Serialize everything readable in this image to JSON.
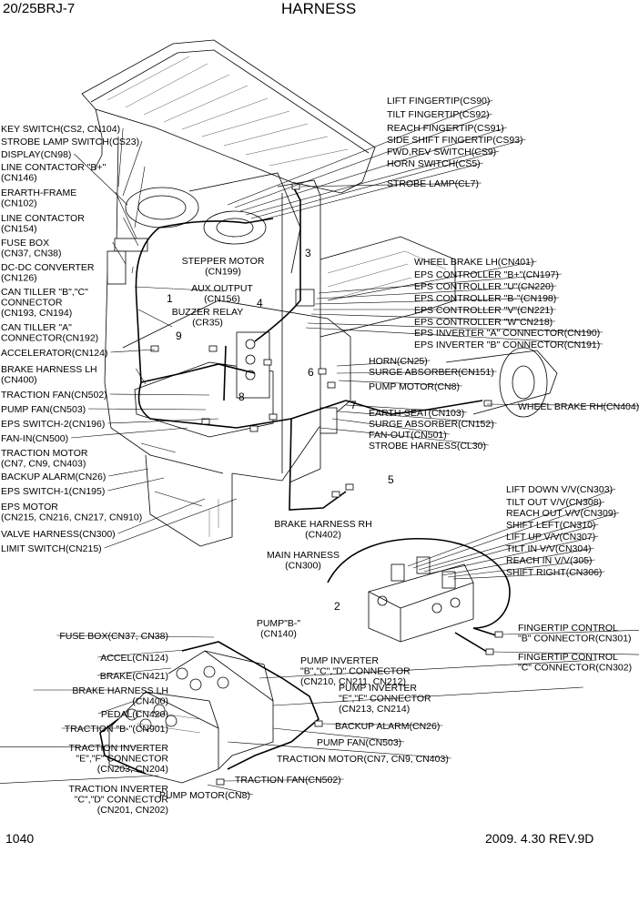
{
  "header": {
    "model": "20/25BRJ-7",
    "title": "HARNESS"
  },
  "footer": {
    "page": "1040",
    "revision": "2009. 4.30  REV.9D"
  },
  "callout_numbers": [
    "1",
    "2",
    "3",
    "4",
    "5",
    "6",
    "7",
    "8",
    "9"
  ],
  "labels": {
    "left": [
      [
        "KEY SWITCH(CS2, CN104)"
      ],
      [
        "STROBE LAMP SWITCH(CS23)"
      ],
      [
        "DISPLAY(CN98)"
      ],
      [
        "LINE CONTACTOR \"B+\"",
        "(CN146)"
      ],
      [
        "ERARTH-FRAME",
        "(CN102)"
      ],
      [
        "LINE CONTACTOR",
        "(CN154)"
      ],
      [
        "FUSE BOX",
        "(CN37, CN38)"
      ],
      [
        "DC-DC CONVERTER",
        "(CN126)"
      ],
      [
        "CAN TILLER \"B\",\"C\"",
        "CONNECTOR",
        "(CN193, CN194)"
      ],
      [
        "CAN TILLER \"A\"",
        "CONNECTOR(CN192)"
      ],
      [
        "ACCELERATOR(CN124)"
      ],
      [
        "BRAKE HARNESS LH",
        "(CN400)"
      ],
      [
        "TRACTION FAN(CN502)"
      ],
      [
        "PUMP FAN(CN503)"
      ],
      [
        "EPS SWITCH-2(CN196)"
      ],
      [
        "FAN-IN(CN500)"
      ],
      [
        "TRACTION MOTOR",
        "(CN7, CN9, CN403)"
      ],
      [
        "BACKUP ALARM(CN26)"
      ],
      [
        "EPS SWITCH-1(CN195)"
      ],
      [
        "EPS MOTOR",
        "(CN215, CN216, CN217, CN910)"
      ],
      [
        "VALVE HARNESS(CN300)"
      ],
      [
        "LIMIT SWITCH(CN215)"
      ]
    ],
    "right_top": [
      [
        "LIFT FINGERTIP(CS90)"
      ],
      [
        "TILT FINGERTIP(CS92)"
      ],
      [
        "REACH FINGERTIP(CS91)"
      ],
      [
        "SIDE SHIFT FINGERTIP(CS93)"
      ],
      [
        "FWD,REV SWITCH(CS9)"
      ],
      [
        "HORN SWITCH(CS5)"
      ],
      [
        "STROBE LAMP(CL7)"
      ]
    ],
    "right_mid": [
      [
        "WHEEL BRAKE LH(CN401)"
      ],
      [
        "EPS CONTROLLER \"B+\"(CN197)"
      ],
      [
        "EPS CONTROLLER \"U\"(CN220)"
      ],
      [
        "EPS CONTROLLER \"B-\"(CN198)"
      ],
      [
        "EPS CONTROLLER \"V\"(CN221)"
      ],
      [
        "EPS CONTROLLER \"W\"CN218)"
      ],
      [
        "EPS INVERTER \"A\" CONNECTOR(CN190)"
      ],
      [
        "EPS INVERTER \"B\" CONNECTOR(CN191)"
      ],
      [
        "HORN(CN25)"
      ],
      [
        "SURGE ABSORBER(CN151)"
      ],
      [
        "PUMP MOTOR(CN8)"
      ],
      [
        "WHEEL BRAKE RH(CN404)"
      ],
      [
        "EARTH-SEAT(CN103)"
      ],
      [
        "SURGE ABSORBER(CN152)"
      ],
      [
        "FAN-OUT(CN501)"
      ],
      [
        "STROBE HARNESS(CL30)"
      ]
    ],
    "center": [
      [
        "STEPPER MOTOR",
        "(CN199)"
      ],
      [
        "AUX OUTPUT",
        "(CN156)"
      ],
      [
        "BUZZER RELAY",
        "(CR35)"
      ],
      [
        "BRAKE HARNESS RH",
        "(CN402)"
      ],
      [
        "MAIN HARNESS",
        "(CN300)"
      ]
    ],
    "valve": [
      [
        "LIFT DOWN V/V(CN303)"
      ],
      [
        "TILT OUT V/V(CN308)"
      ],
      [
        "REACH OUT V/V(CN309)"
      ],
      [
        "SHIFT LEFT(CN310)"
      ],
      [
        "LIFT UP V/V(CN307)"
      ],
      [
        "TILT IN V/V(CN304)"
      ],
      [
        "REACH IN V/V(305)"
      ],
      [
        "SHIFT RIGHT(CN306)"
      ],
      [
        "FINGERTIP CONTROL",
        "\"B\" CONNECTOR(CN301)"
      ],
      [
        "FINGERTIP CONTROL",
        "\"C\" CONNECTOR(CN302)"
      ]
    ],
    "controller": [
      [
        "FUSE BOX(CN37, CN38)"
      ],
      [
        "ACCEL(CN124)"
      ],
      [
        "BRAKE(CN421)"
      ],
      [
        "BRAKE HARNESS LH",
        "(CN400)"
      ],
      [
        "PEDAL(CN420)"
      ],
      [
        "TRACTION \"B-\"(CN901)"
      ],
      [
        "TRACTION INVERTER",
        "\"E\",\"F\" CONNECTOR",
        "(CN203, CN204)"
      ],
      [
        "TRACTION INVERTER",
        "\"C\",\"D\" CONNECTOR",
        "(CN201, CN202)"
      ],
      [
        "PUMP\"B-\"",
        "(CN140)"
      ],
      [
        "PUMP INVERTER",
        "\"B\",\"C\",\"D\" CONNECTOR",
        "(CN210, CN211, CN212)"
      ],
      [
        "PUMP INVERTER",
        "\"E\",\"F\" CONNECTOR",
        "(CN213, CN214)"
      ],
      [
        "BACKUP ALARM(CN26)"
      ],
      [
        "PUMP FAN(CN503)"
      ],
      [
        "TRACTION MOTOR(CN7, CN9, CN403)"
      ],
      [
        "TRACTION FAN(CN502)"
      ],
      [
        "PUMP MOTOR(CN8)"
      ]
    ]
  }
}
